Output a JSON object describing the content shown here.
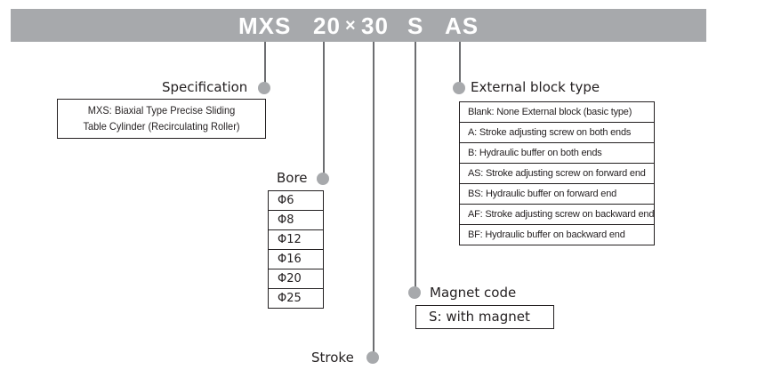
{
  "model_code": {
    "series": "MXS",
    "bore": "20",
    "times": "×",
    "stroke": "30",
    "magnet": "S",
    "block": "AS"
  },
  "specification": {
    "title": "Specification",
    "lines": [
      "MXS: Biaxial Type Precise Sliding",
      "Table Cylinder  (Recirculating Roller)"
    ]
  },
  "bore": {
    "title": "Bore",
    "options": [
      "Φ6",
      "Φ8",
      "Φ12",
      "Φ16",
      "Φ20",
      "Φ25"
    ]
  },
  "stroke": {
    "title": "Stroke"
  },
  "magnet_code": {
    "title": "Magnet code",
    "option": "S: with magnet"
  },
  "external_block": {
    "title": "External block type",
    "options": [
      "Blank: None External block (basic type)",
      "A: Stroke adjusting screw on both ends",
      "B: Hydraulic buffer on both ends",
      "AS: Stroke adjusting screw on forward end",
      "BS: Hydraulic buffer on forward end",
      "AF: Stroke adjusting screw on backward end",
      "BF: Hydraulic buffer on backward end"
    ]
  },
  "colors": {
    "bar": "#a7a9ac",
    "line": "#6d6e71",
    "text": "#231f20"
  }
}
